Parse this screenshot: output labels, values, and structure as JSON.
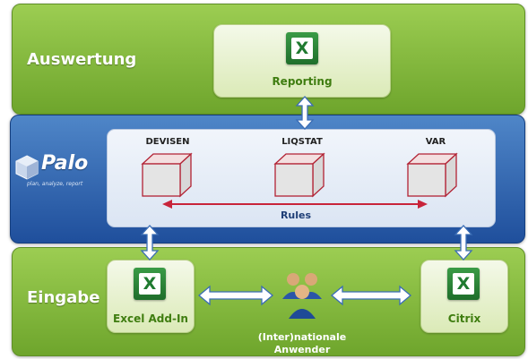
{
  "bands": {
    "top_title": "Auswertung",
    "bottom_title": "Eingabe"
  },
  "reporting": {
    "label": "Reporting",
    "icon": "excel-icon"
  },
  "logo": {
    "name": "Palo",
    "tagline": "plan, analyze, report"
  },
  "cubes": [
    {
      "label": "DEVISEN"
    },
    {
      "label": "LIQSTAT"
    },
    {
      "label": "VAR"
    }
  ],
  "rules": {
    "label": "Rules"
  },
  "excel_addin": {
    "label": "Excel Add-In",
    "icon": "excel-icon"
  },
  "citrix": {
    "label": "Citrix",
    "icon": "excel-icon"
  },
  "users": {
    "label_line1": "(Inter)nationale",
    "label_line2": "Anwender",
    "icon": "users-group-icon"
  },
  "colors": {
    "green_band": "#7fb83a",
    "blue_band": "#2f62ae",
    "card_text": "#3f7d10",
    "rules_arrow": "#c8243a",
    "cube_border": "#b22234"
  }
}
